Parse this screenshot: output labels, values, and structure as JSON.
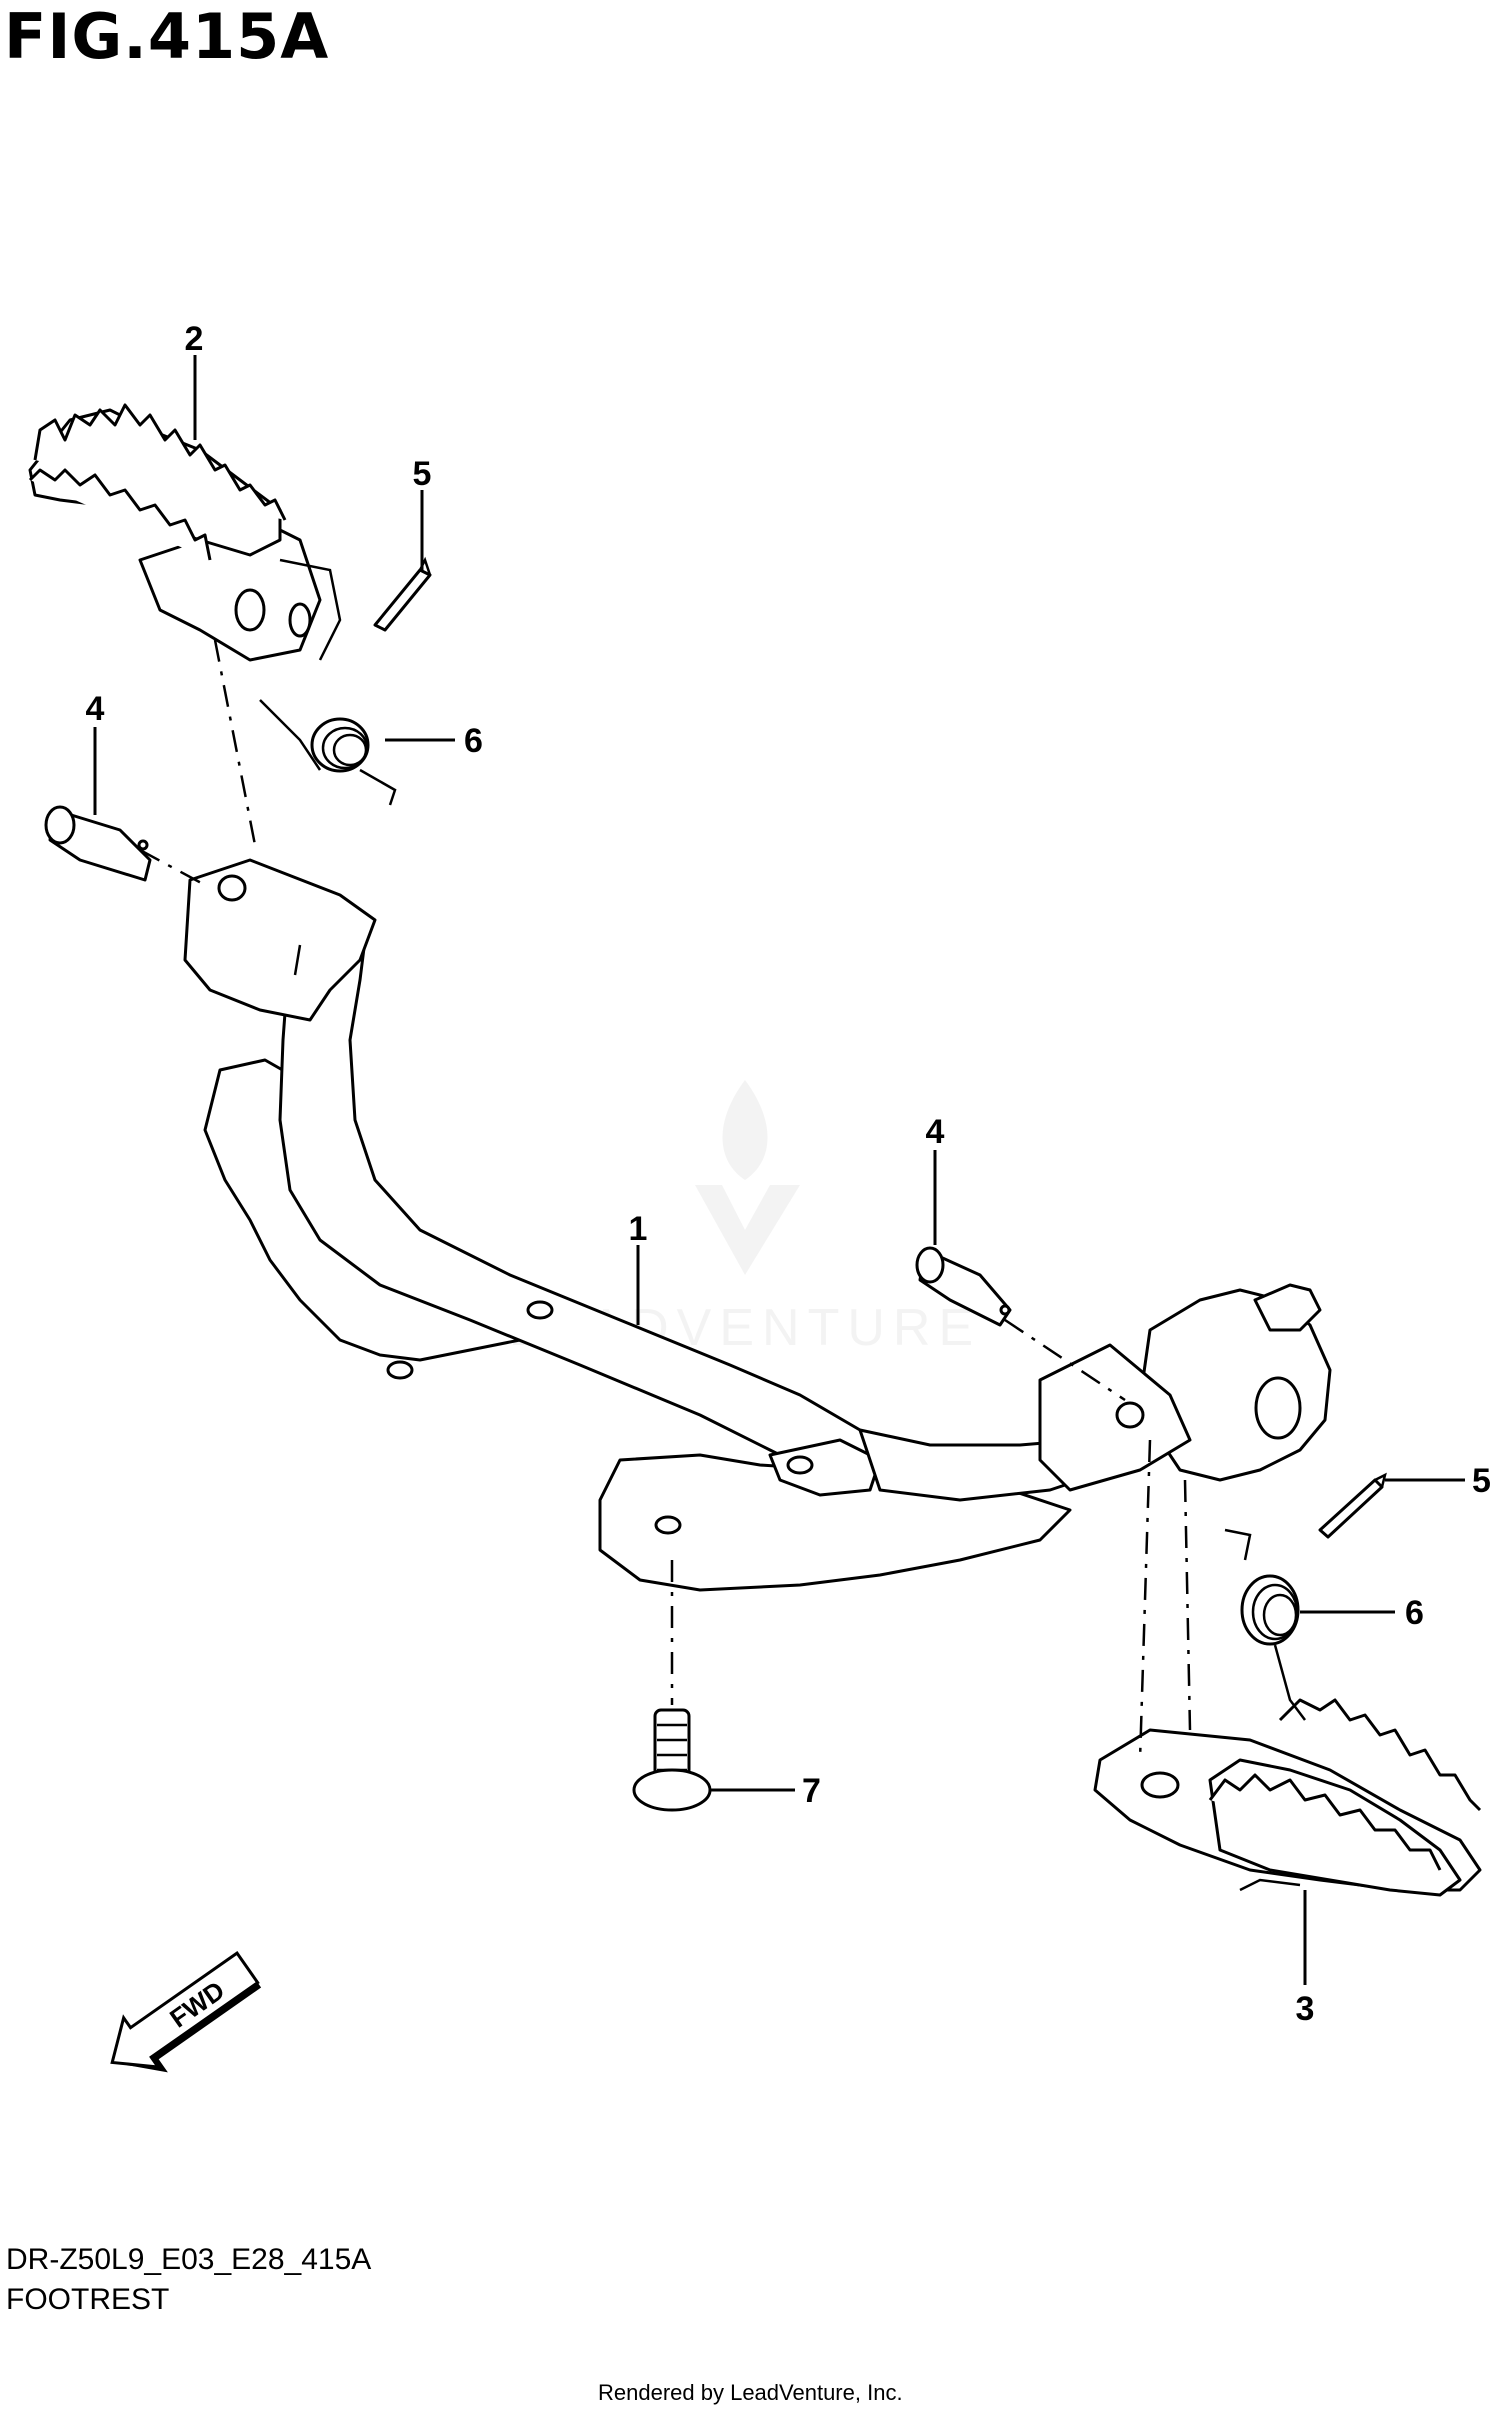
{
  "figure": {
    "title": "FIG.415A",
    "model_code": "DR-Z50L9_E03_E28_415A",
    "section_name": "FOOTREST",
    "credit": "Rendered by LeadVenture, Inc.",
    "watermark": "LEADVENTURE",
    "direction_label": "FWD"
  },
  "callouts": [
    {
      "number": "1",
      "part": "footrest bracket"
    },
    {
      "number": "2",
      "part": "left footrest"
    },
    {
      "number": "3",
      "part": "right footrest"
    },
    {
      "number": "4",
      "part": "pin (left)"
    },
    {
      "number": "4",
      "part": "pin (right)"
    },
    {
      "number": "5",
      "part": "cotter pin (left)"
    },
    {
      "number": "5",
      "part": "cotter pin (right)"
    },
    {
      "number": "6",
      "part": "spring (left)"
    },
    {
      "number": "6",
      "part": "spring (right)"
    },
    {
      "number": "7",
      "part": "bolt"
    }
  ],
  "colors": {
    "line": "#000000",
    "background": "#ffffff",
    "watermark": "#e6e6e6"
  }
}
